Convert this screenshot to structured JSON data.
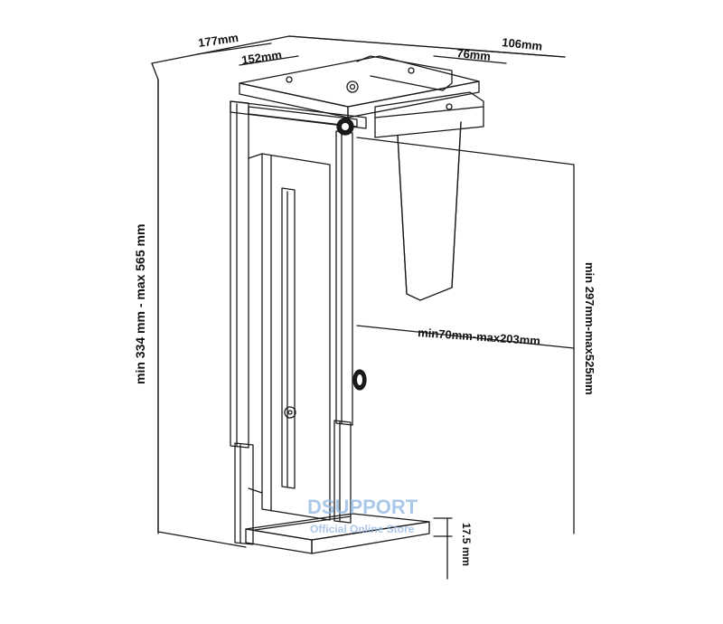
{
  "dimensions": {
    "top_width": "177mm",
    "top_inner_width": "152mm",
    "top_depth": "106mm",
    "top_inner_depth": "76mm",
    "height_range": "min 334 mm - max 565 mm",
    "pc_height_range": "min 297mm-max525mm",
    "pc_width_range": "min70mm-max203mm",
    "base_height": "17.5 mm"
  },
  "watermark": {
    "brand": "DSUPPORT",
    "tagline": "Official Online Store"
  },
  "colors": {
    "line": "#1a1a1a",
    "watermark": "#8fb6e0"
  }
}
